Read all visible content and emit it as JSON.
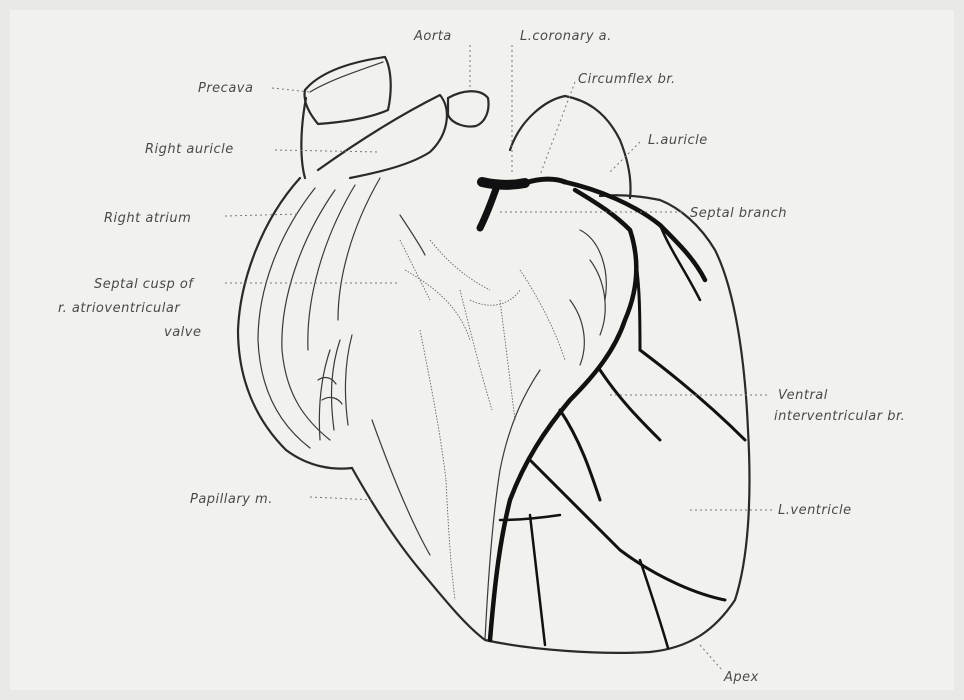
{
  "labels": {
    "aorta": "Aorta",
    "l_coronary": "L.coronary a.",
    "circumflex": "Circumflex br.",
    "precava": "Precava",
    "right_auricle": "Right auricle",
    "l_auricle": "L.auricle",
    "right_atrium": "Right atrium",
    "septal_branch": "Septal branch",
    "septal_cusp_1": "Septal cusp of",
    "septal_cusp_2": "r. atrioventricular",
    "septal_cusp_3": "valve",
    "ventral_1": "Ventral",
    "ventral_2": "interventricular br.",
    "papillary": "Papillary m.",
    "l_ventricle": "L.ventricle",
    "apex": "Apex"
  },
  "colors": {
    "paper": "#f1f1ee",
    "ink": "#111111",
    "label": "#4a4a4a"
  }
}
